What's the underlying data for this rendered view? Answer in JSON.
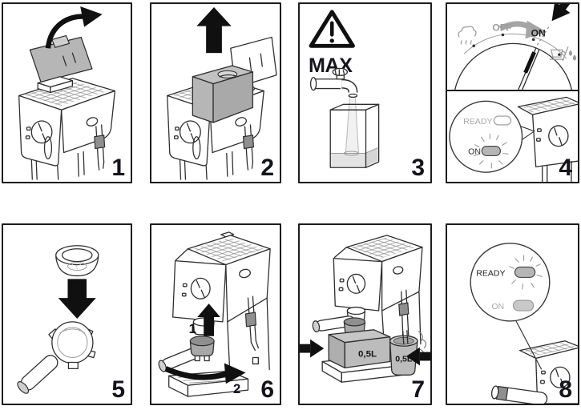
{
  "colors": {
    "line": "#2e2e2e",
    "panel_border": "#1c1c1c",
    "step_number": "#14141c",
    "arrow_black": "#101010",
    "arrow_grey": "#a5a5a5",
    "grey_fill": "#b6b6b6",
    "grey_label": "#9d9d9d"
  },
  "panels": {
    "p1": {
      "number": "1"
    },
    "p2": {
      "number": "2"
    },
    "p3": {
      "number": "3",
      "max_label": "MAX"
    },
    "p4": {
      "number": "4",
      "dial_off_label": "OFF",
      "dial_on_label": "ON",
      "ready_label": "READY",
      "on_label": "ON"
    },
    "p5": {
      "number": "5"
    },
    "p6": {
      "number": "6",
      "step_up_label": "1",
      "step_turn_label": "2"
    },
    "p7": {
      "number": "7",
      "container_left_label": "0,5L",
      "container_right_label": "0,5L"
    },
    "p8": {
      "number": "8",
      "ready_label": "READY",
      "on_label": "ON"
    }
  }
}
